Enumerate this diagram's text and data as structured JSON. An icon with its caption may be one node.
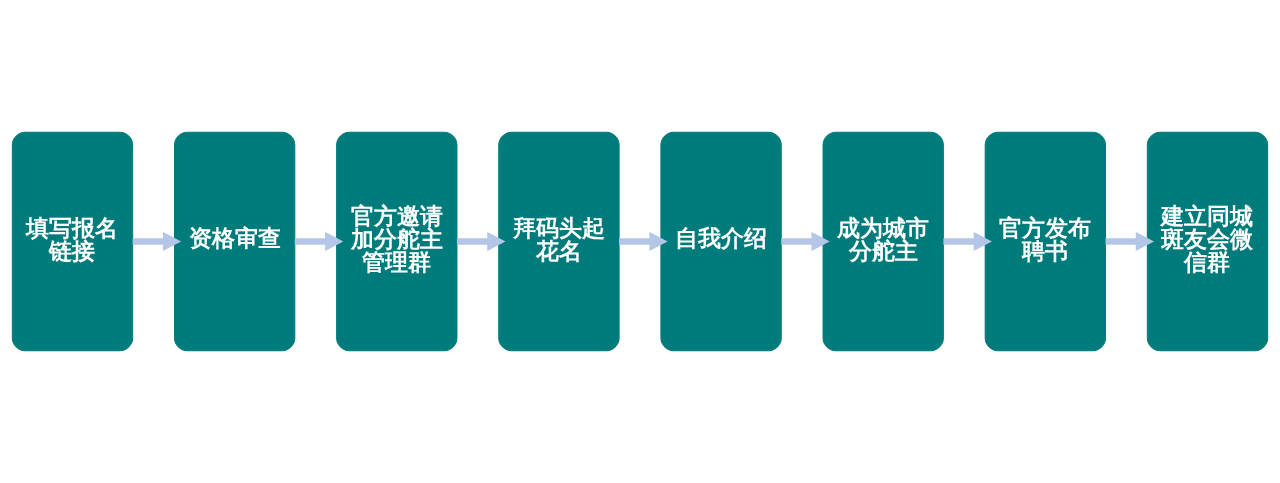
{
  "diagram": {
    "nodes": [
      {
        "text": [
          "填写报名链接"
        ]
      },
      {
        "text": [
          "资格审查"
        ]
      },
      {
        "text": [
          "官方邀请加分舵主管理群"
        ]
      },
      {
        "text": [
          "拜码头起花名"
        ]
      },
      {
        "text": [
          "自我介绍"
        ]
      },
      {
        "text": [
          "成为城市分舵主"
        ]
      },
      {
        "text": [
          "官方发布聘书"
        ]
      },
      {
        "text": [
          "建立同城斑友会微信群"
        ]
      }
    ],
    "edges": [
      {
        "from": 0,
        "to": 1,
        "arrow": "to"
      },
      {
        "from": 1,
        "to": 2,
        "arrow": "to"
      },
      {
        "from": 2,
        "to": 3,
        "arrow": "to"
      },
      {
        "from": 3,
        "to": 4,
        "arrow": "to"
      },
      {
        "from": 4,
        "to": 5,
        "arrow": "to"
      },
      {
        "from": 5,
        "to": 6,
        "arrow": "to"
      },
      {
        "from": 6,
        "to": 7,
        "arrow": "to"
      }
    ]
  }
}
